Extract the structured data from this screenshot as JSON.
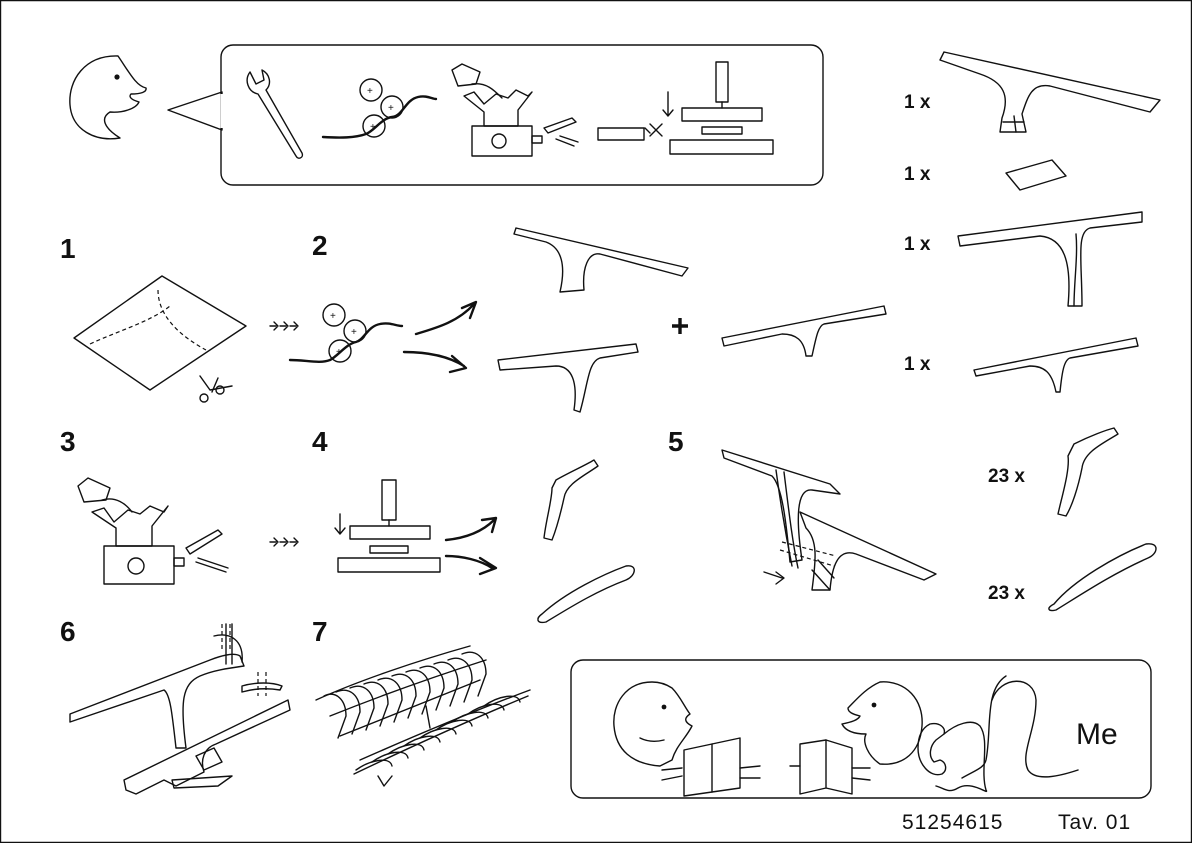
{
  "steps": {
    "s1": "1",
    "s2": "2",
    "s3": "3",
    "s4": "4",
    "s5": "5",
    "s6": "6",
    "s7": "7"
  },
  "parts": {
    "q1": "1 x",
    "q2": "1 x",
    "q3": "1 x",
    "q4": "1 x",
    "q5": "23 x",
    "q6": "23 x"
  },
  "footer": {
    "article_number": "51254615",
    "sheet": "Tav. 01"
  },
  "help_panel": {
    "me_label": "Me"
  },
  "icons": [
    "wrench-icon",
    "rollers-icon",
    "grinder-icon",
    "press-icon",
    "scissors-icon",
    "face-icon",
    "phone-icon",
    "booklet-icon"
  ]
}
